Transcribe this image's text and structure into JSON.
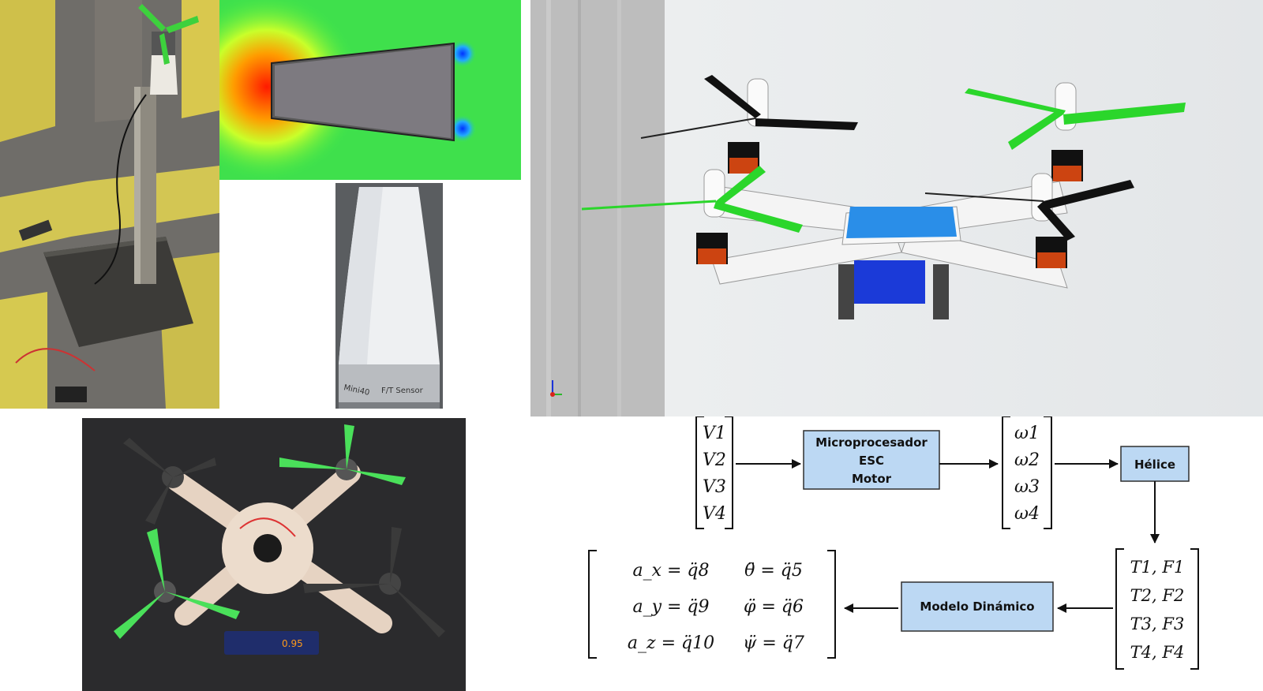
{
  "photos": {
    "sensor_label_model": "Mini40",
    "sensor_label_type": "F/T Sensor",
    "battery_label": "0.95"
  },
  "diagram": {
    "input_vector": [
      "V1",
      "V2",
      "V3",
      "V4"
    ],
    "block_esc": [
      "Microprocesador",
      "ESC",
      "Motor"
    ],
    "omega_vector": [
      "ω1",
      "ω2",
      "ω3",
      "ω4"
    ],
    "block_propeller": "Hélice",
    "thrust_vector": [
      "T1, F1",
      "T2, F2",
      "T3, F3",
      "T4, F4"
    ],
    "block_model": "Modelo Dinámico",
    "output_matrix": [
      [
        "a_x = q̈8",
        "θ̈ = q̈5"
      ],
      [
        "a_y = q̈9",
        "φ̈ = q̈6"
      ],
      [
        "a_z = q̈10",
        "ψ̈ = q̈7"
      ]
    ],
    "colors": {
      "block_fill": "#bcd8f3",
      "block_stroke": "#2f2f2f",
      "arrow": "#111111"
    }
  }
}
